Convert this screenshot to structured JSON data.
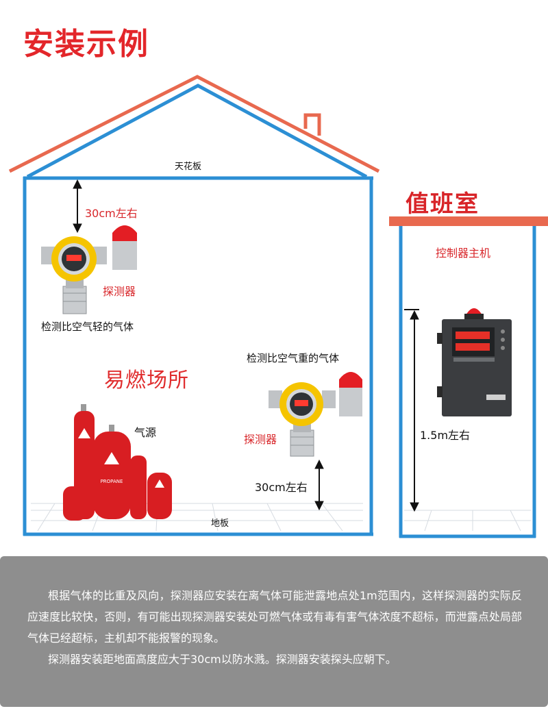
{
  "page": {
    "title": "安装示例",
    "house": {
      "ceiling_label": "天花板",
      "floor_label": "地板",
      "zone_label": "易燃场所"
    },
    "detector_light": {
      "distance_label": "30cm左右",
      "device_label": "探测器",
      "caption": "检测比空气轻的气体"
    },
    "detector_heavy": {
      "caption": "检测比空气重的气体",
      "device_label": "探测器",
      "distance_label": "30cm左右"
    },
    "gas_source": {
      "label": "气源",
      "cylinder_text": "PROPANE"
    },
    "duty_room": {
      "title": "值班室",
      "controller_label": "控制器主机",
      "height_label": "1.5m左右"
    },
    "info": {
      "paragraph1": "根据气体的比重及风向，探测器应安装在离气体可能泄露地点处1m范围内，这样探测器的实际反应速度比较快，否则，有可能出现探测器安装处可燃气体或有毒有害气体浓度不超标，而泄露点处局部气体已经超标，主机却不能报警的现象。",
      "paragraph2": "探测器安装距地面高度应大于30cm以防水溅。探测器安装探头应朝下。"
    },
    "colors": {
      "title_red": "#e3262a",
      "roof_outer": "#e8694f",
      "wall_blue": "#2c8fd4",
      "detector_yellow": "#f5c400",
      "cylinder_red": "#d81e22",
      "info_gray": "#8e8e8e"
    }
  }
}
